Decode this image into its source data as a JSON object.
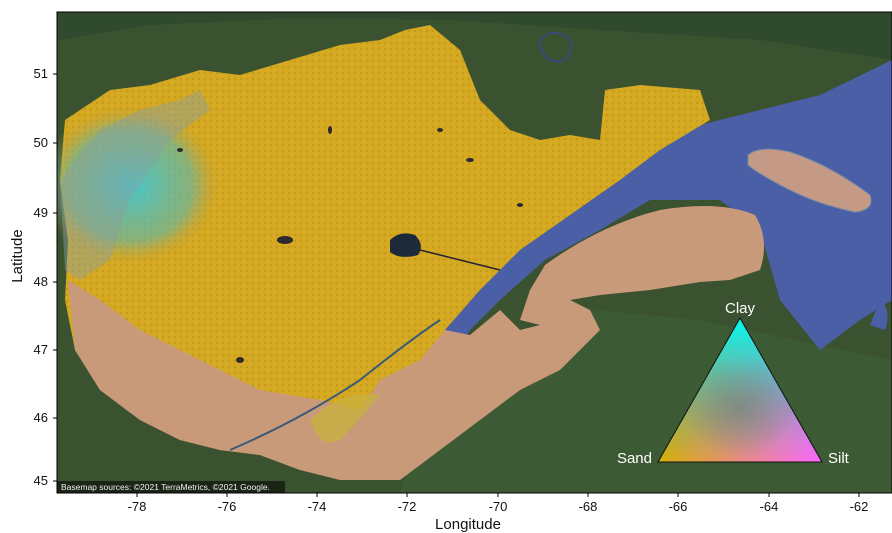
{
  "map": {
    "xlabel": "Longitude",
    "ylabel": "Latitude",
    "x_ticks": [
      "-78",
      "-76",
      "-74",
      "-72",
      "-70",
      "-68",
      "-66",
      "-64",
      "-62"
    ],
    "y_ticks": [
      "51",
      "50",
      "49",
      "48",
      "47",
      "46",
      "45"
    ],
    "attribution": "Basemap sources: ©2021 TerraMetrics, ©2021 Google."
  },
  "legend": {
    "type": "ternary-color-triangle",
    "top": "Clay",
    "left": "Sand",
    "right": "Silt"
  },
  "colors": {
    "water": "#4a5fa6",
    "forest": "#3a5230",
    "sand_dominant": "#d4a820",
    "clay_dominant": "#3fc8d4",
    "silt_dominant": "#e98ad0",
    "mixed_loam": "#c99a7a"
  }
}
